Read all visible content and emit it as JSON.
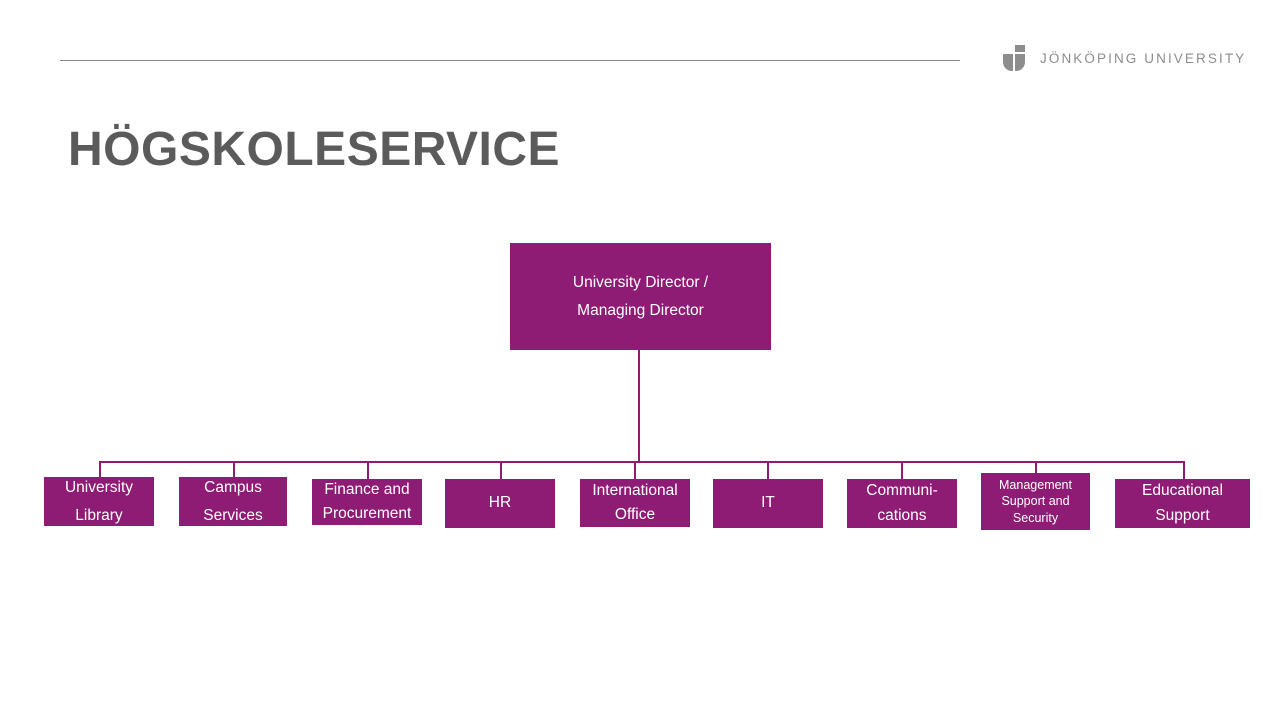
{
  "brand": {
    "mark_icon": "jonkoping-shield-icon",
    "wordmark": "JÖNKÖPING UNIVERSITY"
  },
  "page": {
    "title": "HÖGSKOLESERVICE",
    "title_color": "#5b5b5b",
    "accent_color": "#8E1B74",
    "background_color": "#ffffff",
    "rule_color": "#8a8a8a"
  },
  "org_chart": {
    "root": {
      "label": "University Director / Managing Director",
      "line1": "University Director /",
      "line2": "Managing Director"
    },
    "units": [
      {
        "name": "university-library",
        "line1": "University",
        "line2": "Library",
        "line3": "",
        "label": "University Library"
      },
      {
        "name": "campus-services",
        "line1": "Campus",
        "line2": "Services",
        "line3": "",
        "label": "Campus Services"
      },
      {
        "name": "finance-and-procurement",
        "line1": "Finance and",
        "line2": "Procurement",
        "line3": "",
        "label": "Finance and Procurement"
      },
      {
        "name": "hr",
        "line1": "HR",
        "line2": "",
        "line3": "",
        "label": "HR"
      },
      {
        "name": "international-office",
        "line1": "International",
        "line2": "Office",
        "line3": "",
        "label": "International Office"
      },
      {
        "name": "it",
        "line1": "IT",
        "line2": "",
        "line3": "",
        "label": "IT"
      },
      {
        "name": "communications",
        "line1": "Communi-",
        "line2": "cations",
        "line3": "",
        "label": "Communications"
      },
      {
        "name": "management-support-and-security",
        "line1": "Management",
        "line2": "Support and",
        "line3": "Security",
        "label": "Management Support and Security"
      },
      {
        "name": "educational-support",
        "line1": "Educational",
        "line2": "Support",
        "line3": "",
        "label": "Educational Support"
      }
    ]
  }
}
